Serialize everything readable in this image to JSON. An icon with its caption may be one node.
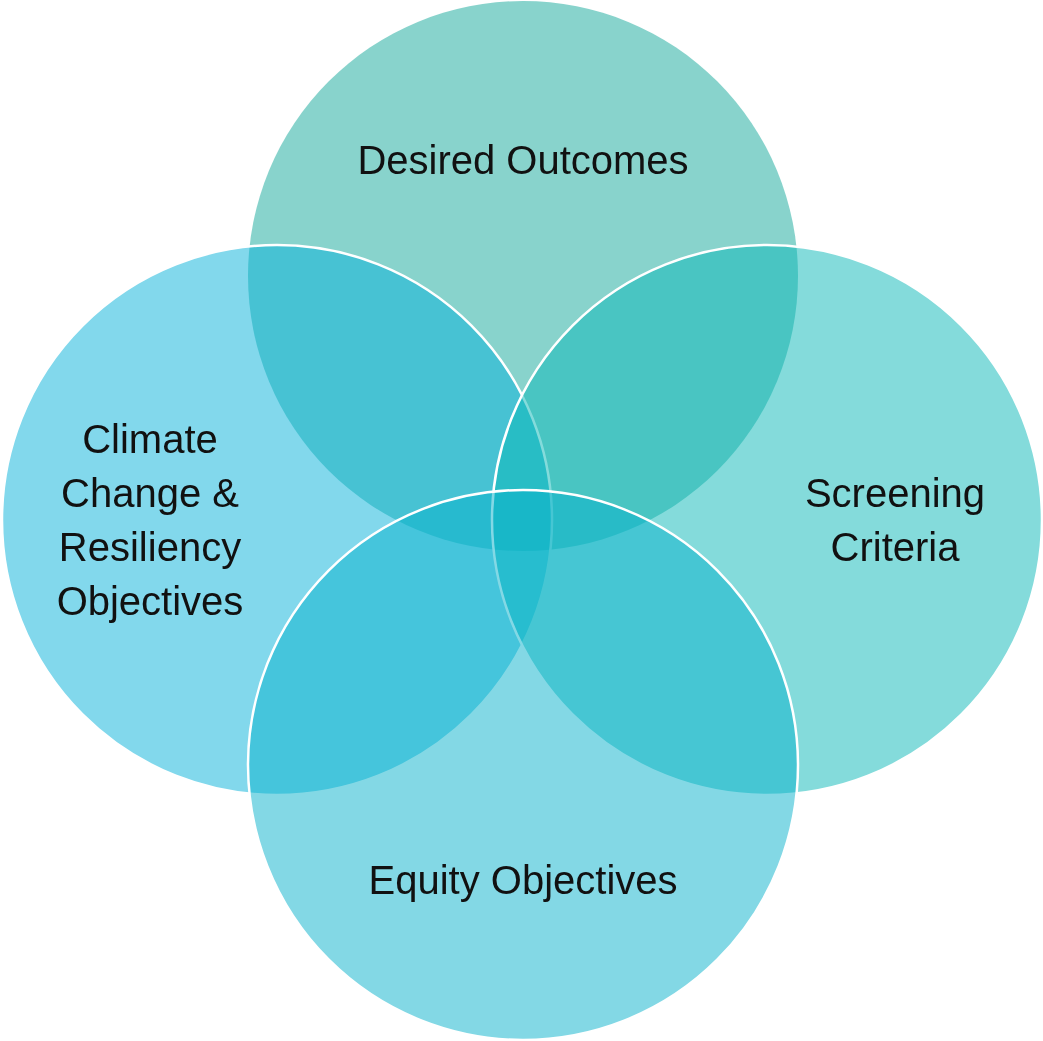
{
  "diagram": {
    "nodes": [
      {
        "text": [
          "Desired Outcomes"
        ]
      },
      {
        "text": [
          "Climate Change & Resiliency Objectives"
        ]
      },
      {
        "text": [
          "Screening Criteria"
        ]
      },
      {
        "text": [
          "Equity Objectives"
        ]
      }
    ]
  }
}
